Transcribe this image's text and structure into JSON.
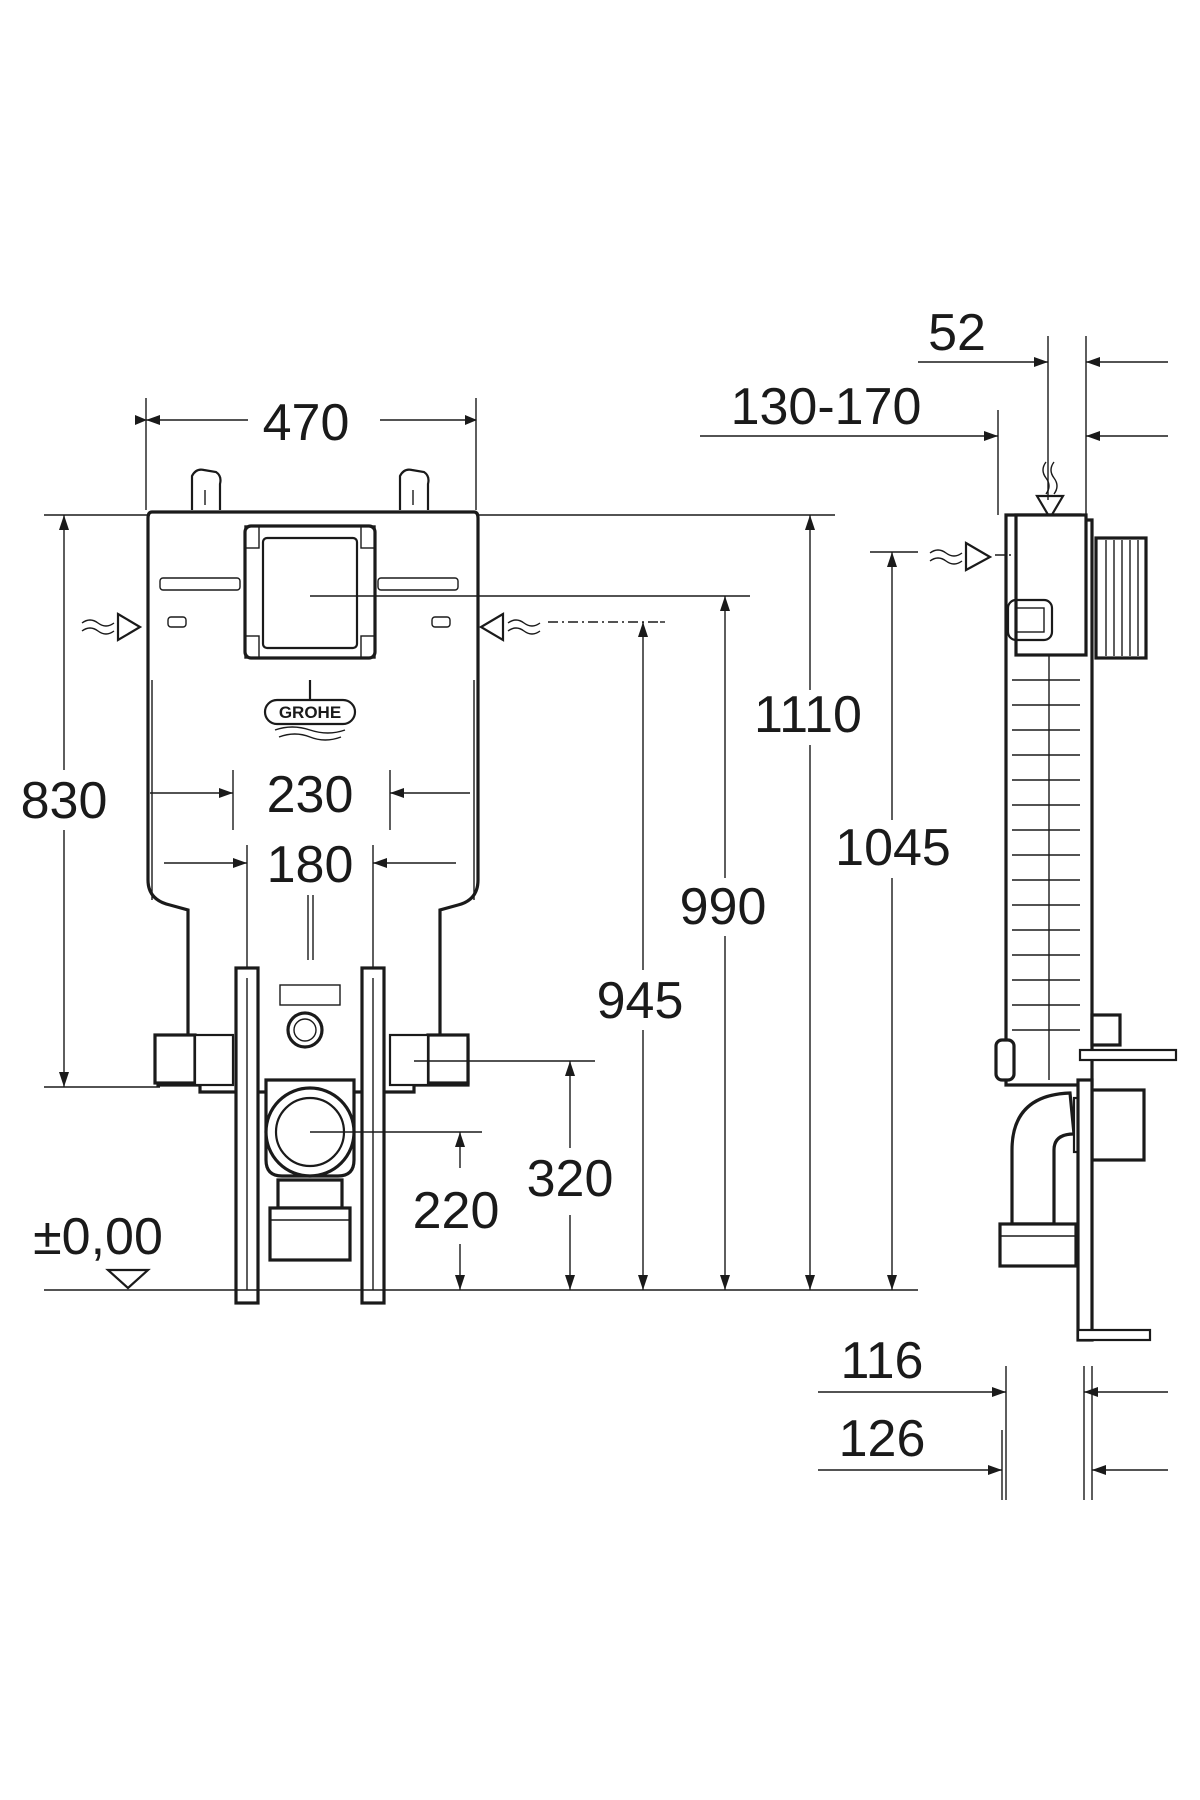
{
  "drawing": {
    "dimensions": {
      "width_470": "470",
      "height_830": "830",
      "spacing_230": "230",
      "spacing_180": "180",
      "height_1110": "1110",
      "height_990": "990",
      "height_945": "945",
      "height_1045": "1045",
      "height_320": "320",
      "height_220": "220",
      "floor_level": "±0,00",
      "depth_52": "52",
      "depth_130_170": "130-170",
      "depth_116": "116",
      "depth_126": "126"
    },
    "logo": {
      "brand": "GROHE"
    },
    "colors": {
      "line": "#1a1a1a",
      "background": "#ffffff"
    },
    "icons": [
      "water-inlet-icon",
      "floor-level-marker-icon",
      "dimension-arrow-icon"
    ]
  }
}
